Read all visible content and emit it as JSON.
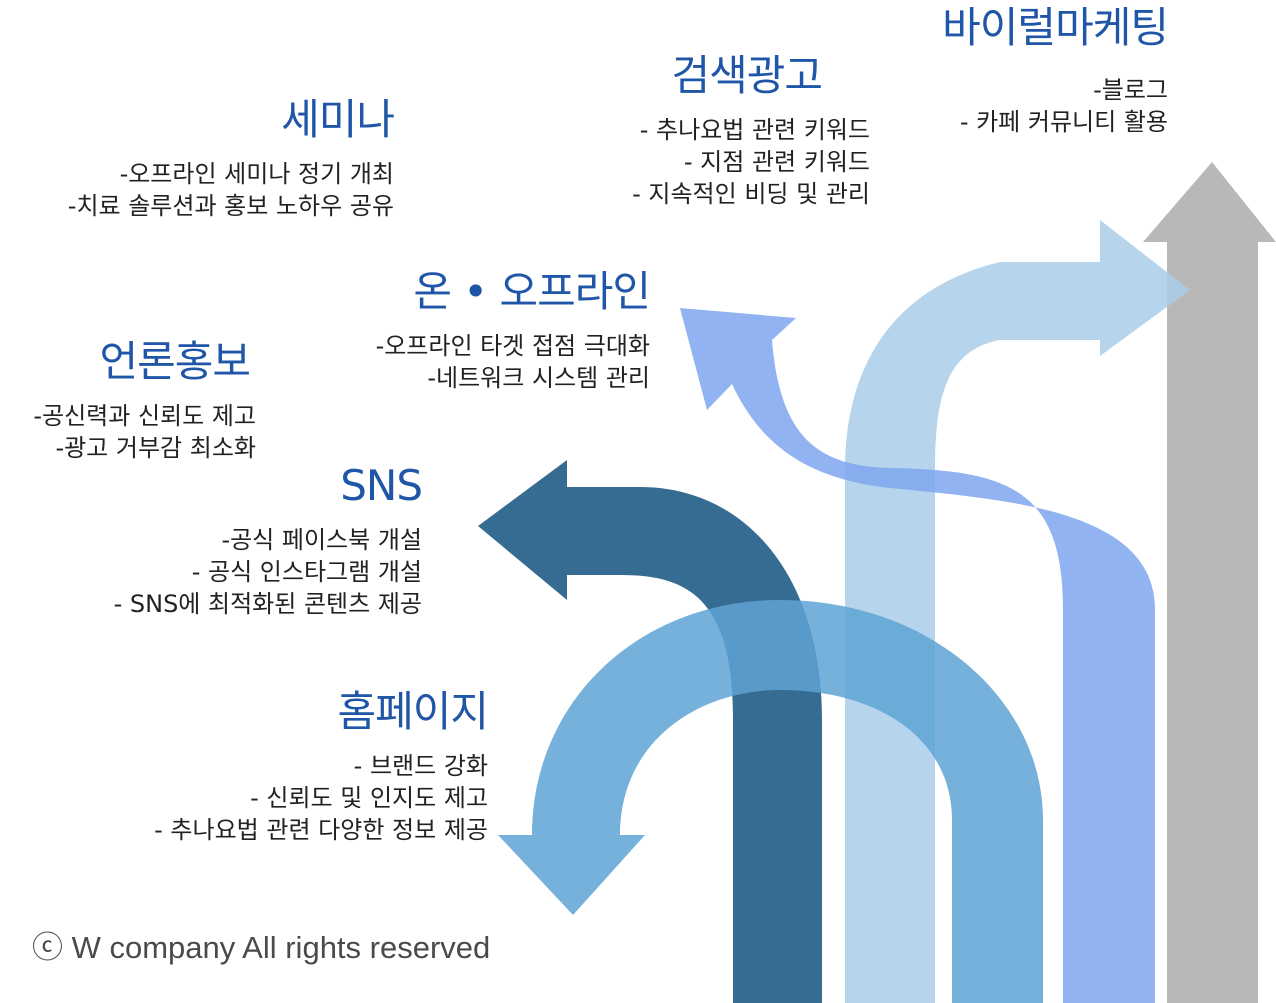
{
  "colors": {
    "title": "#1f56a8",
    "text": "#222222",
    "arrow_gray": "#acacac",
    "arrow_lightblue": "#a9cce9",
    "arrow_periwinkle": "#7ea6ee",
    "arrow_navy": "#13527f",
    "arrow_midblue": "#5ea3d5"
  },
  "blocks": {
    "seminar": {
      "title": "세미나",
      "lines": [
        "-오프라인 세미나 정기 개최",
        "-치료 솔루션과 홍보 노하우 공유"
      ]
    },
    "search_ads": {
      "title": "검색광고",
      "lines": [
        "- 추나요법 관련 키워드",
        "- 지점 관련 키워드",
        "- 지속적인 비딩 및 관리"
      ]
    },
    "viral": {
      "title": "바이럴마케팅",
      "lines": [
        "-블로그",
        "- 카페 커뮤니티 활용"
      ]
    },
    "online_offline": {
      "title": "온 • 오프라인",
      "lines": [
        "-오프라인 타겟 접점 극대화",
        "-네트워크 시스템 관리"
      ]
    },
    "press": {
      "title": "언론홍보",
      "lines": [
        "-공신력과 신뢰도 제고",
        "-광고 거부감 최소화"
      ]
    },
    "sns": {
      "title": "SNS",
      "lines": [
        "-공식 페이스북 개설",
        "- 공식 인스타그램 개설",
        "- SNS에 최적화된 콘텐츠 제공"
      ]
    },
    "homepage": {
      "title": "홈페이지",
      "lines": [
        "- 브랜드 강화",
        "- 신뢰도 및 인지도 제고",
        "- 추나요법 관련 다양한 정보 제공"
      ]
    }
  },
  "footer": {
    "copyright": "ⓒ W company All rights reserved"
  }
}
